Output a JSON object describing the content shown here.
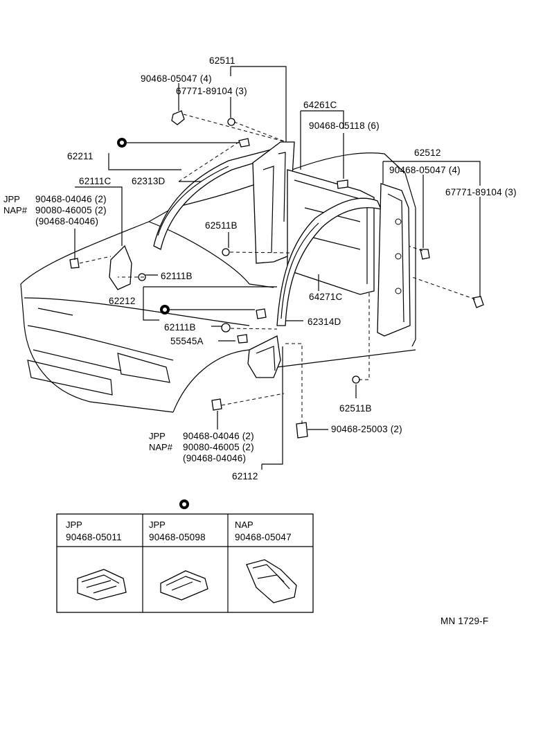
{
  "labels": {
    "p62511": "62511",
    "p90468_05047_4_top": "90468-05047 (4)",
    "p67771_89104_3_top": "67771-89104 (3)",
    "p64261C": "64261C",
    "p90468_05118_6": "90468-05118 (6)",
    "p62211": "62211",
    "p62512": "62512",
    "p62111C": "62111C",
    "p62313D": "62313D",
    "p90468_05047_4_right": "90468-05047 (4)",
    "p67771_89104_3_right": "67771-89104 (3)",
    "jpp_top": "JPP",
    "nap_top": "NAP#",
    "p90468_04046_2_top": "90468-04046 (2)",
    "p90080_46005_2_top": "90080-46005 (2)",
    "p90468_04046_paren_top": "(90468-04046)",
    "p62511B_top": "62511B",
    "p62111B_a": "62111B",
    "p64271C": "64271C",
    "p62212": "62212",
    "p62111B_b": "62111B",
    "p62314D": "62314D",
    "p55545A": "55545A",
    "p62511B_bottom": "62511B",
    "p90468_25003_2": "90468-25003 (2)",
    "jpp_bottom": "JPP",
    "nap_bottom": "NAP#",
    "p90468_04046_2_bottom": "90468-04046 (2)",
    "p90080_46005_2_bottom": "90080-46005 (2)",
    "p90468_04046_paren_bottom": "(90468-04046)",
    "p62112": "62112"
  },
  "clip_table": {
    "columns": [
      {
        "region": "JPP",
        "part": "90468-05011"
      },
      {
        "region": "JPP",
        "part": "90468-05098"
      },
      {
        "region": "NAP",
        "part": "90468-05047"
      }
    ]
  },
  "footer": {
    "code": "MN 1729-F"
  }
}
